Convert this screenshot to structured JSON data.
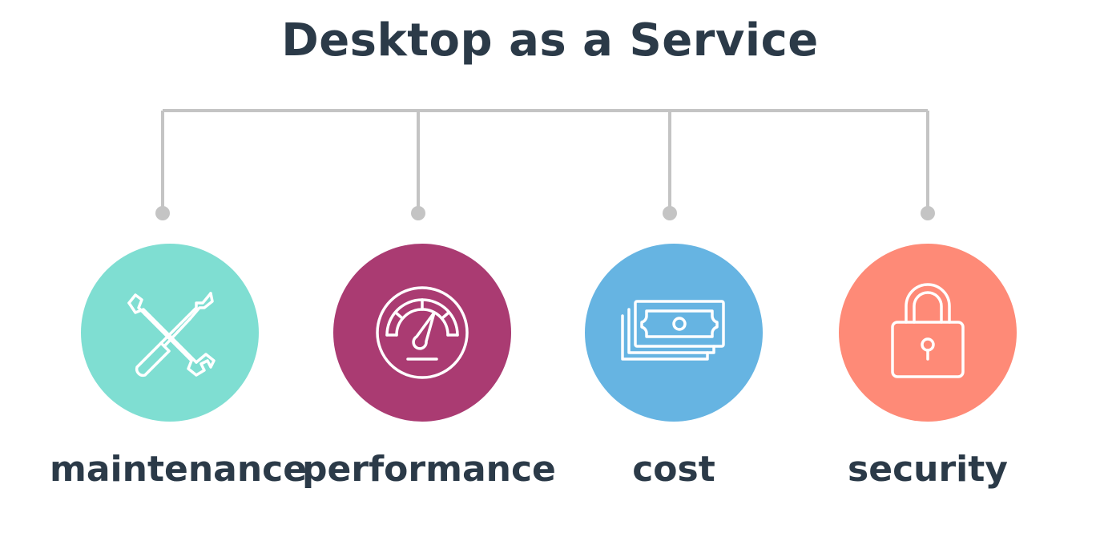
{
  "title": "Desktop as a Service",
  "colors": {
    "title_text": "#2b3a48",
    "connector": "#c4c4c4",
    "icon_stroke": "#ffffff"
  },
  "items": [
    {
      "label": "maintenance",
      "icon": "wrench-screwdriver-icon",
      "color": "#7fded2"
    },
    {
      "label": "performance",
      "icon": "speedometer-icon",
      "color": "#aa3b72"
    },
    {
      "label": "cost",
      "icon": "money-stack-icon",
      "color": "#66b4e2"
    },
    {
      "label": "security",
      "icon": "padlock-icon",
      "color": "#fe8a77"
    }
  ]
}
